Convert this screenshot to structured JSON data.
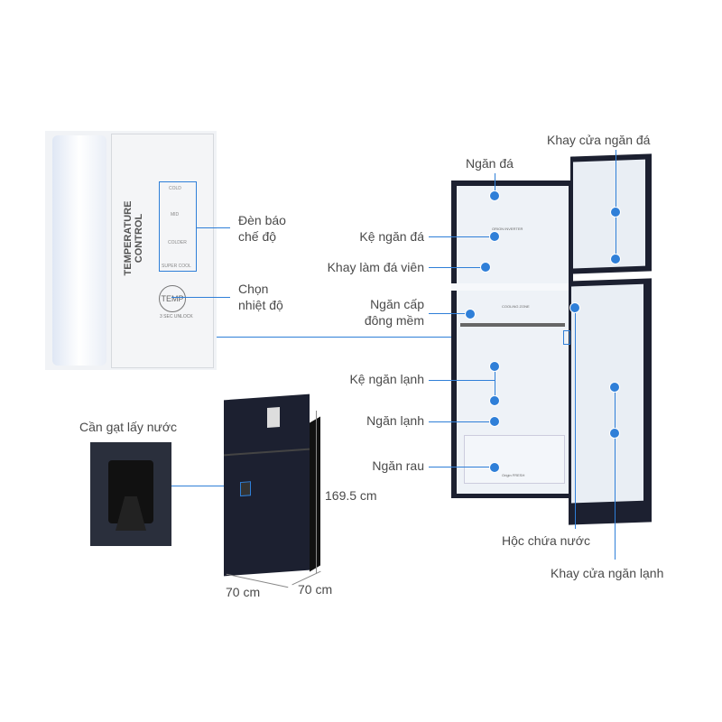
{
  "control_panel": {
    "title": "TEMPERATURE CONTROL",
    "modes": [
      "COLD",
      "MID",
      "COLDER",
      "SUPER COOL"
    ],
    "button": "TEMP",
    "unlock": "3 SEC UNLOCK"
  },
  "labels": {
    "mode_lights": [
      "Đèn báo",
      "chế độ"
    ],
    "temp_select": [
      "Chọn",
      "nhiệt độ"
    ],
    "water_lever": "Cần gạt lấy nước",
    "freezer": "Ngăn đá",
    "freezer_shelf": "Kệ ngăn đá",
    "ice_tray": "Khay làm đá viên",
    "soft_freeze": [
      "Ngăn cấp",
      "đông mềm"
    ],
    "fridge_shelf": "Kệ ngăn lạnh",
    "fridge": "Ngăn lạnh",
    "vegetable": "Ngăn rau",
    "freezer_door_tray": "Khay cửa ngăn đá",
    "water_tank": "Hộc chứa nước",
    "fridge_door_tray": "Khay cửa ngăn lạnh"
  },
  "dimensions": {
    "height": "169.5 cm",
    "width": "70 cm",
    "depth": "70 cm"
  },
  "branding": {
    "freezer": "ORION INVERTER",
    "cooling": "COOLING ZONE",
    "crisper": "Origin FRESH"
  },
  "colors": {
    "accent": "#2f7fd8",
    "fridge_body": "#1c2030"
  }
}
